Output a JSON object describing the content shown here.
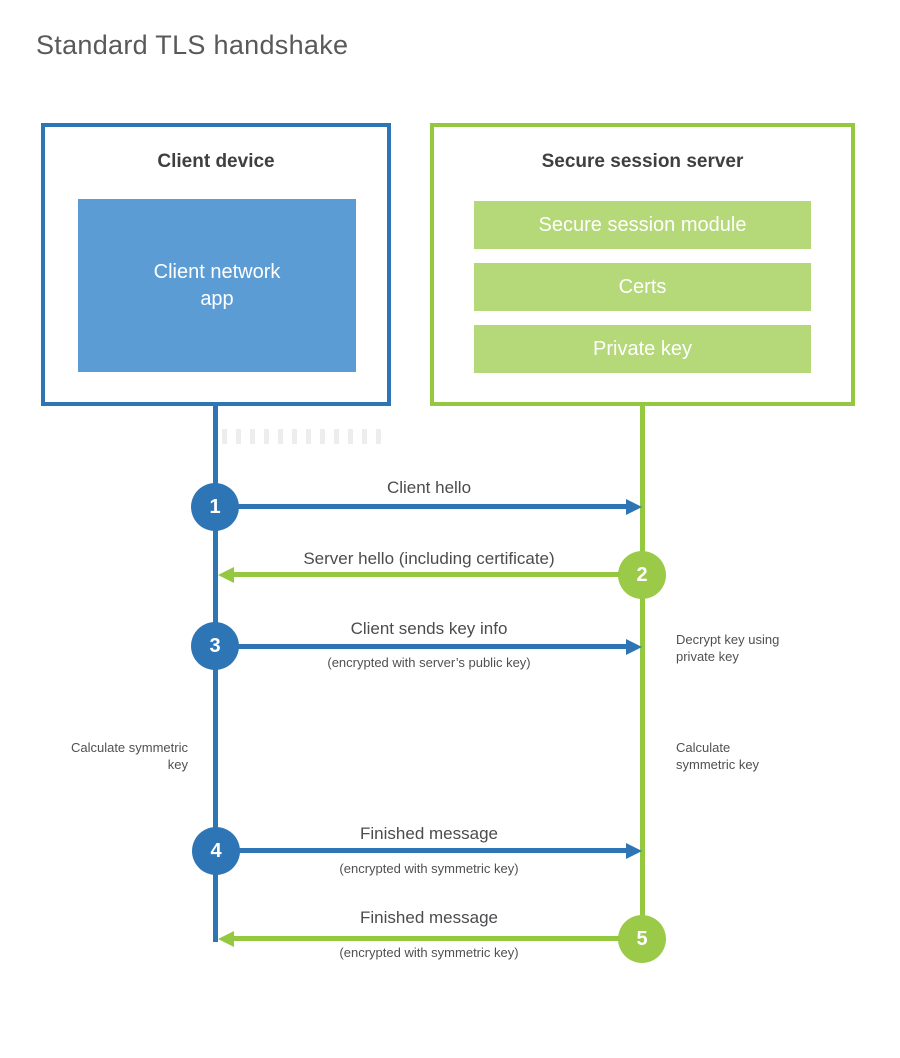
{
  "title": "Standard TLS handshake",
  "client_box": {
    "header": "Client device",
    "app_label": "Client network app"
  },
  "server_box": {
    "header": "Secure session server",
    "modules": [
      "Secure session module",
      "Certs",
      "Private key"
    ]
  },
  "steps": [
    {
      "num": "1",
      "label": "Client hello",
      "sub": "",
      "direction": "client-to-server"
    },
    {
      "num": "2",
      "label": "Server hello (including certificate)",
      "sub": "",
      "direction": "server-to-client"
    },
    {
      "num": "3",
      "label": "Client sends key info",
      "sub": "(encrypted with server’s public key)",
      "direction": "client-to-server"
    },
    {
      "num": "4",
      "label": "Finished message",
      "sub": "(encrypted with symmetric key)",
      "direction": "client-to-server"
    },
    {
      "num": "5",
      "label": "Finished message",
      "sub": "(encrypted with symmetric key)",
      "direction": "server-to-client"
    }
  ],
  "annotations": {
    "decrypt_note": "Decrypt key using private key",
    "calc_left": "Calculate symmetric key",
    "calc_right": "Calculate symmetric key"
  },
  "colors": {
    "blue": "#2e75b6",
    "blue_fill": "#5b9cd5",
    "green": "#94c841",
    "green_fill": "#b5d878",
    "title_text": "#58595b",
    "header_text": "#3e3f41",
    "label_text": "#4b4c4e"
  }
}
